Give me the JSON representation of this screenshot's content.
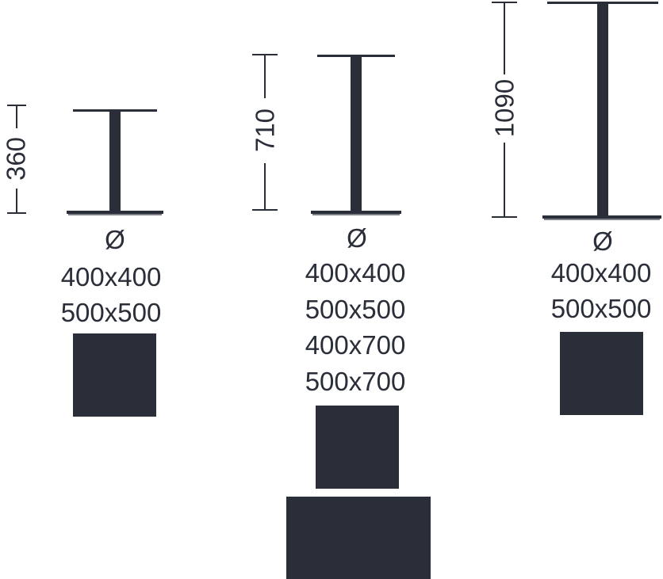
{
  "colors": {
    "ink": "#2a2e39",
    "background": "#ffffff"
  },
  "diameter_symbol": "Ø",
  "variants": [
    {
      "height_label": "360",
      "sizes": [
        "400x400",
        "500x500"
      ],
      "base_shapes": [
        "square"
      ]
    },
    {
      "height_label": "710",
      "sizes": [
        "400x400",
        "500x500",
        "400x700",
        "500x700"
      ],
      "base_shapes": [
        "square",
        "rectangle"
      ]
    },
    {
      "height_label": "1090",
      "sizes": [
        "400x400",
        "500x500"
      ],
      "base_shapes": [
        "square"
      ]
    }
  ]
}
